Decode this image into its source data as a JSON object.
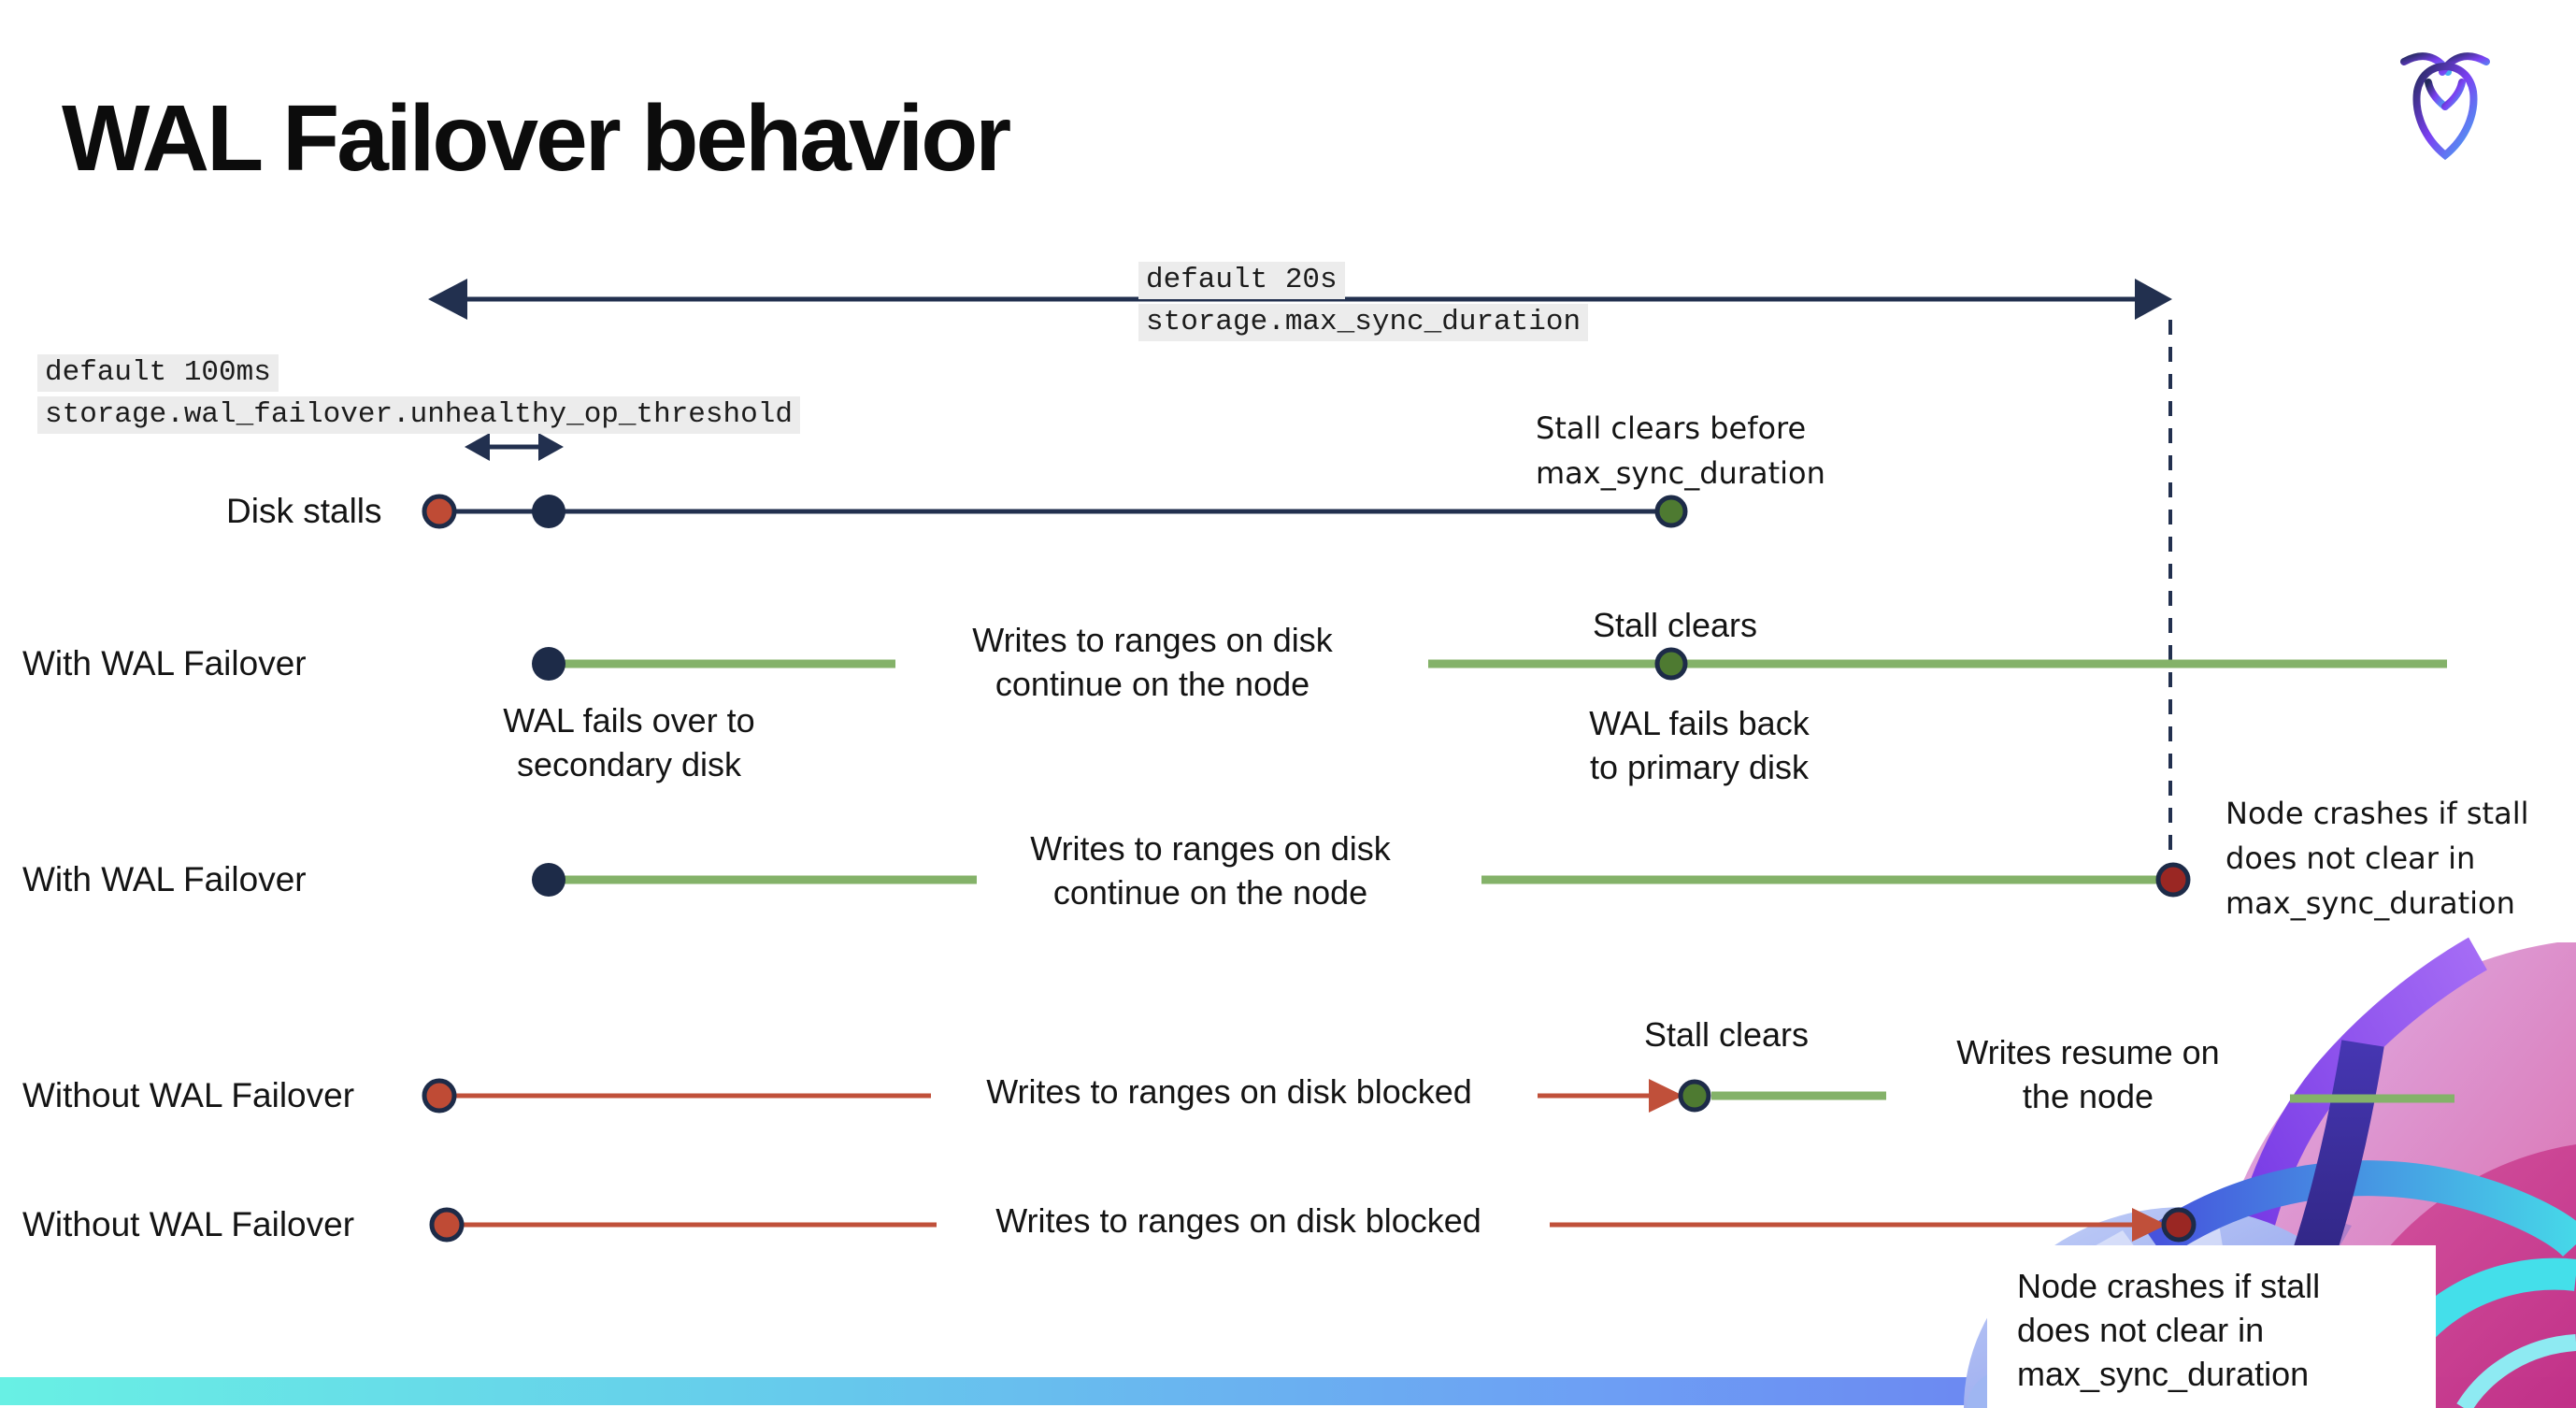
{
  "title": "WAL Failover behavior",
  "branding": {
    "logo_icon": "cockroachdb-mark"
  },
  "settings": {
    "max_sync": {
      "default_label": "default 20s",
      "setting_name": "storage.max_sync_duration"
    },
    "unhealthy_op": {
      "default_label": "default 100ms",
      "setting_name": "storage.wal_failover.unhealthy_op_threshold"
    }
  },
  "rows": {
    "disk_stalls": {
      "label": "Disk stalls"
    },
    "with_wal_1": {
      "label": "With WAL Failover"
    },
    "with_wal_2": {
      "label": "With WAL Failover"
    },
    "without_wal_1": {
      "label": "Without WAL Failover"
    },
    "without_wal_2": {
      "label": "Without WAL Failover"
    }
  },
  "annotations": {
    "stall_clears_before": "Stall clears before\nmax_sync_duration",
    "writes_continue_1": "Writes to ranges on disk\ncontinue on the node",
    "stall_clears_1": "Stall clears",
    "wal_fails_over": "WAL fails over to\nsecondary disk",
    "wal_fails_back": "WAL fails  back\nto primary disk",
    "writes_continue_2": "Writes to ranges on disk\ncontinue on the node",
    "node_crashes_1": "Node crashes if stall\ndoes not clear in\nmax_sync_duration",
    "writes_blocked_1": "Writes to ranges on disk  blocked",
    "stall_clears_2": "Stall clears",
    "writes_resume": "Writes resume on\nthe node",
    "writes_blocked_2": "Writes to ranges on disk  blocked",
    "node_crashes_2": "Node crashes if stall\ndoes not clear in\nmax_sync_duration"
  },
  "palette": {
    "navy": "#22304f",
    "green_line": "#84b269",
    "green_dot": "#4e7a31",
    "red_line": "#c0503a",
    "red_dot": "#bf4b35",
    "dark_red_dot": "#9a2723",
    "highlight_bg": "#ececec",
    "bar_gradient_left": "#68f0e4",
    "bar_gradient_right": "#6a66ee"
  }
}
